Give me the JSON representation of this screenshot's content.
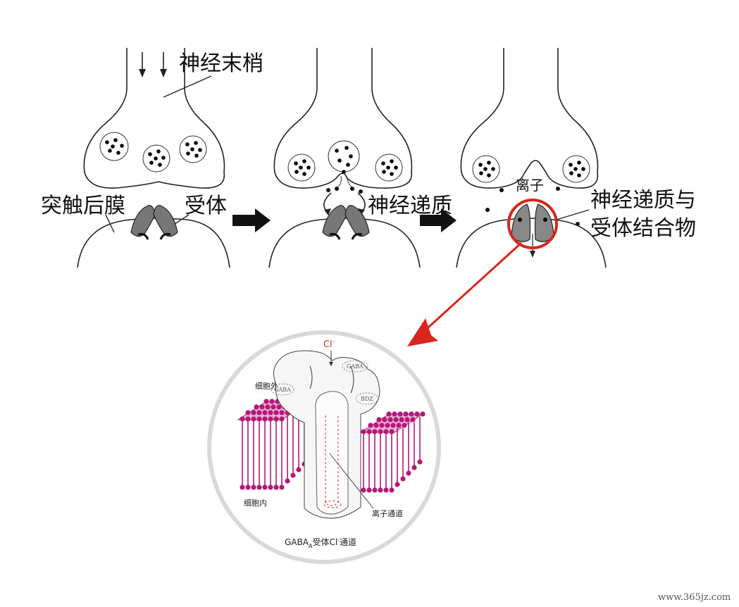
{
  "top_panel": {
    "label_nerve_ending": "神经末梢",
    "label_postsynaptic_membrane": "突触后膜",
    "label_receptor": "受体",
    "label_neurotransmitter": "神经递质",
    "label_ion": "离子",
    "label_complex_line1": "神经递质与",
    "label_complex_line2": "受体结合物"
  },
  "detail_panel": {
    "label_chloride": "Cl",
    "label_chloride_sup": "-",
    "label_extracellular": "细胞外",
    "label_intracellular": "细胞内",
    "label_ion_channel": "离子通道",
    "tag_gaba_1": "GABA",
    "tag_gaba_2": "GABA",
    "tag_bdz": "BDZ",
    "caption_prefix": "GABA",
    "caption_sub": "A",
    "caption_suffix": "受体Cl",
    "caption_sup": "-",
    "caption_end": "通道"
  },
  "watermark": "www.365jz.com",
  "colors": {
    "membrane": "#b5177a",
    "pointer": "#d9261c",
    "receptor": "#7a7a7a"
  }
}
